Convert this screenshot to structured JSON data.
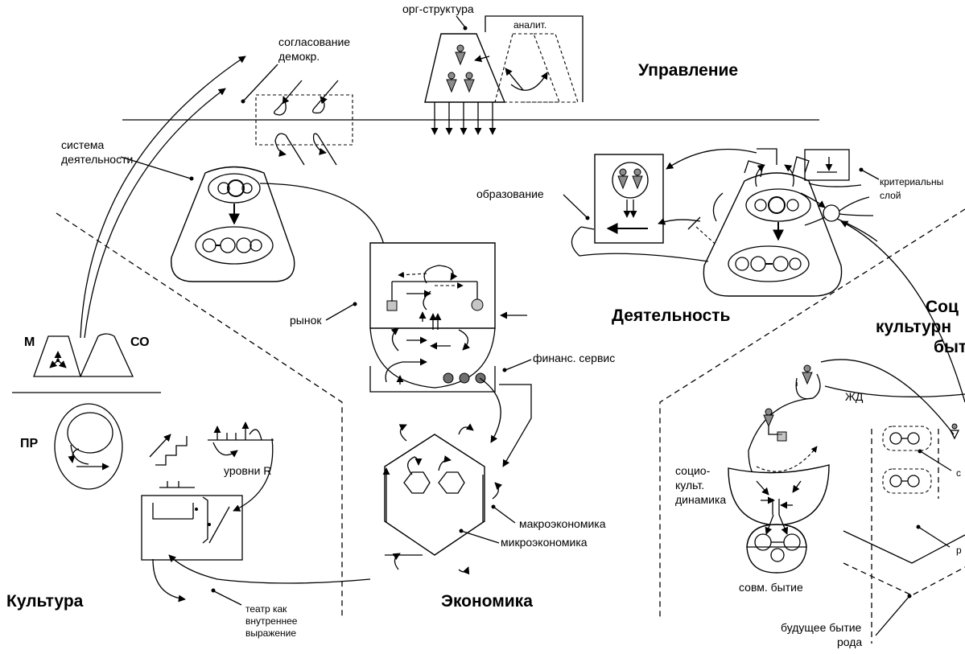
{
  "regions": {
    "upravlenie": "Управление",
    "deyatelnost": "Деятельность",
    "kultura": "Культура",
    "ekonomika": "Экономика",
    "sociocult_line1": "Соц",
    "sociocult_line2": "культурн",
    "sociocult_line3": "быт"
  },
  "labels": {
    "org_structure": "орг-структура",
    "analit": "аналит.",
    "soglasovanie_1": "согласование",
    "soglasovanie_2": "демокр.",
    "sistema_1": "система",
    "sistema_2": "деятельности",
    "obrazovanie": "образование",
    "kriterial_1": "критериальны",
    "kriterial_2": "слой",
    "rynok": "рынок",
    "finans": "финанс. сервис",
    "m": "М",
    "co": "СО",
    "pr": "ПР",
    "urovni": "уровни R",
    "makro": "макроэкономика",
    "mikro": "микроэкономика",
    "teatr_1": "театр как",
    "teatr_2": "внутреннее",
    "teatr_3": "выражение",
    "zhd": "ЖД",
    "socio_1": "социо-",
    "socio_2": "культ.",
    "socio_3": "динамика",
    "sovm": "совм. бытие",
    "budushchee_1": "будущее бытие",
    "budushchee_2": "рода",
    "edge_c": "с",
    "edge_r": "р"
  }
}
